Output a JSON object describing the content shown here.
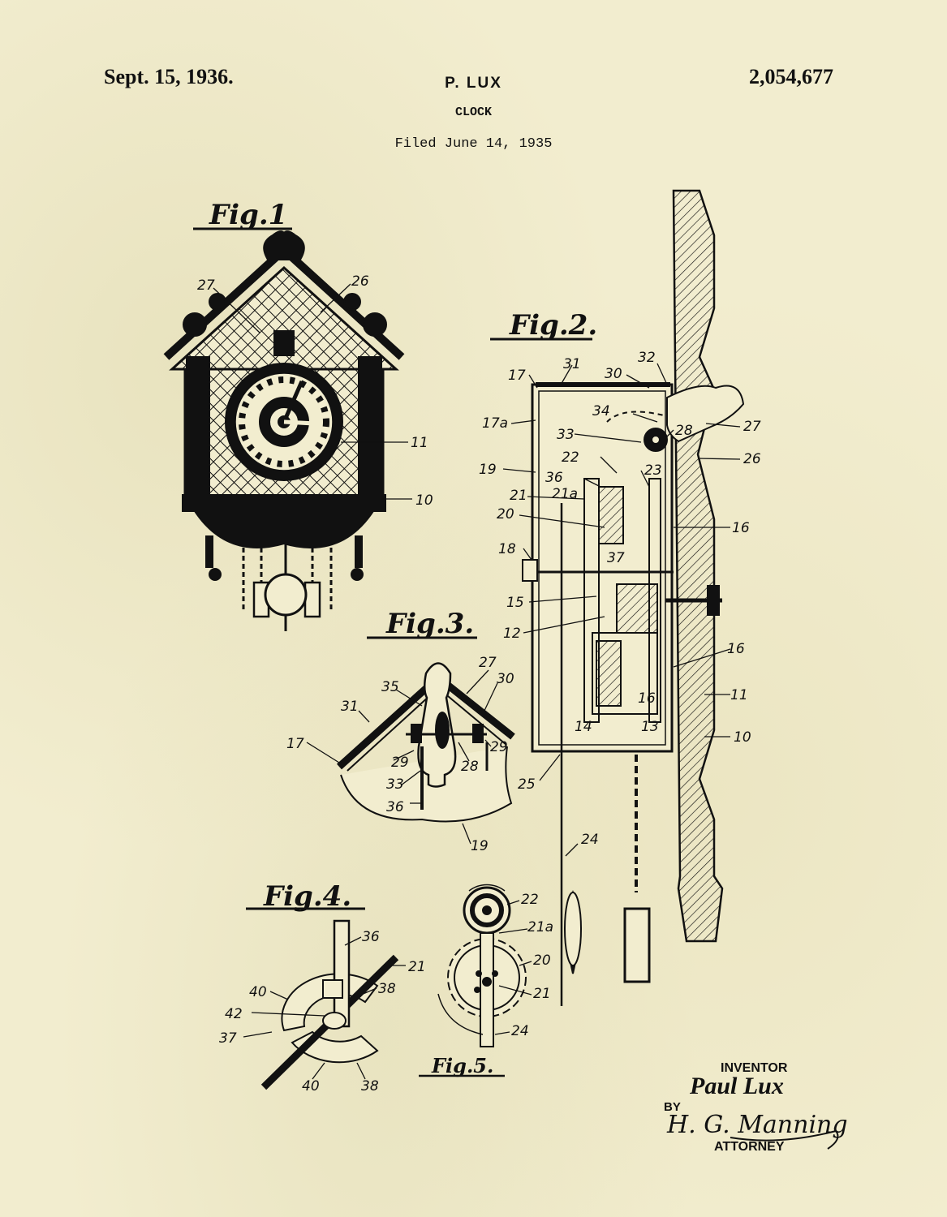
{
  "header": {
    "date": "Sept. 15, 1936.",
    "inventor_short": "P. LUX",
    "title": "CLOCK",
    "filed": "Filed June 14, 1935",
    "patent_number": "2,054,677"
  },
  "figures": {
    "fig1": "Fig.1",
    "fig2": "Fig.2.",
    "fig3": "Fig.3.",
    "fig4": "Fig.4.",
    "fig5": "Fig.5."
  },
  "signature": {
    "inventor_label": "INVENTOR",
    "inventor_name": "Paul Lux",
    "by": "BY",
    "attorney_signature": "H. G. Manning",
    "attorney_label": "ATTORNEY"
  },
  "reference_numerals": {
    "fig1": [
      "27",
      "26",
      "11",
      "10"
    ],
    "fig2": [
      "17",
      "31",
      "30",
      "32",
      "17a",
      "34",
      "33",
      "28",
      "27",
      "22",
      "26",
      "19",
      "36",
      "23",
      "21",
      "21a",
      "20",
      "16",
      "18",
      "37",
      "15",
      "12",
      "16",
      "11",
      "14",
      "13",
      "16",
      "10",
      "25",
      "24"
    ],
    "fig3": [
      "27",
      "35",
      "30",
      "31",
      "17",
      "29",
      "28",
      "29",
      "33",
      "36",
      "19"
    ],
    "fig4": [
      "36",
      "21",
      "40",
      "38",
      "42",
      "37",
      "40",
      "38"
    ],
    "fig5": [
      "22",
      "21a",
      "20",
      "21",
      "24"
    ]
  }
}
